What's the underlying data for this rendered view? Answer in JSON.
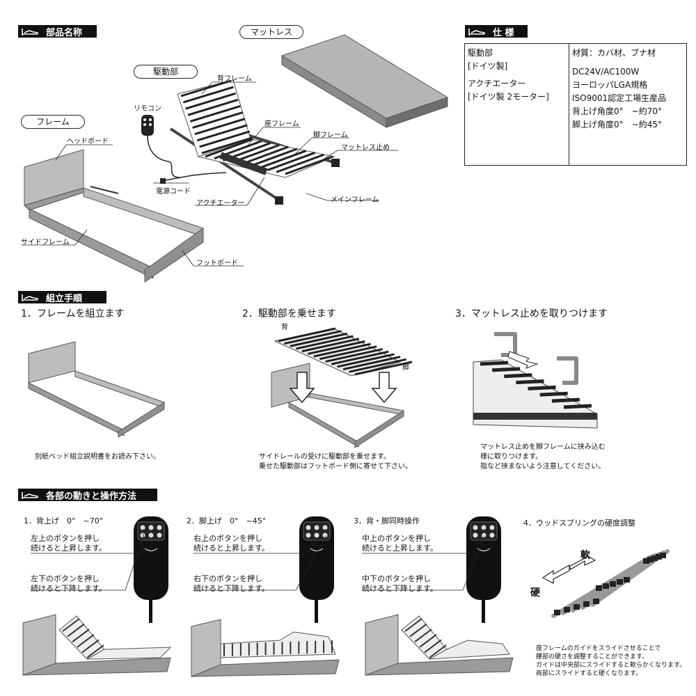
{
  "headers": {
    "parts": "部品名称",
    "spec": "仕 様",
    "assembly": "組立手順",
    "operation": "各部の動きと操作方法"
  },
  "parts": {
    "mattress_pill": "マットレス",
    "drive_pill": "駆動部",
    "frame_pill": "フレーム",
    "back_frame": "背フレーム",
    "remote": "リモコン",
    "seat_frame": "座フレーム",
    "leg_frame": "脚フレーム",
    "mattress_stop": "マットレス止め",
    "power_cord": "電源コード",
    "main_frame": "メインフレーム",
    "actuator": "アクチエーター",
    "headboard": "ヘッドボード",
    "side_frame": "サイドフレーム",
    "footboard": "フットボード"
  },
  "spec": {
    "drive_label_1": "駆動部",
    "drive_label_2": "[ドイツ製]",
    "actuator_label_1": "アクチエーター",
    "actuator_label_2": "[ドイツ製 2モーター]",
    "material": "材質：カバ材、ブナ材",
    "power": "DC24V/AC100W",
    "standard": "ヨーロッパLGA規格",
    "iso": "ISO9001認定工場生産品",
    "back_angle": "背上げ角度0°　~約70°",
    "leg_angle": "脚上げ角度0°　~約45°"
  },
  "assembly": {
    "step1_title": "1．フレームを組立ます",
    "step1_note": "別紙ベッド組立説明書をお読み下さい。",
    "step2_title": "2．駆動部を乗せます",
    "step2_back": "背",
    "step2_leg": "脚",
    "step2_note_1": "サイドレールの受けに駆動部を乗せます。",
    "step2_note_2": "乗せた駆動部はフットボード側に寄せて下さい。",
    "step3_title": "3．マットレス止めを取りつけます",
    "step3_note_1": "マットレス止めを脚フレームに挟み込む",
    "step3_note_2": "様に取りつけます。",
    "step3_note_3": "指など挟まないよう注意してください。"
  },
  "operation": {
    "op1_title": "1．背上げ　0°　~70°",
    "op1_up_1": "左上のボタンを押し",
    "op1_up_2": "続けると上昇します。",
    "op1_down_1": "左下のボタンを押し",
    "op1_down_2": "続けると下降します。",
    "op2_title": "2．脚上げ　0°　~45°",
    "op2_up_1": "右上のボタンを押し",
    "op2_up_2": "続けると上昇します。",
    "op2_down_1": "右下のボタンを押し",
    "op2_down_2": "続けると下降します。",
    "op3_title": "3．背・脚同時操作",
    "op3_up_1": "中上のボタンを押し",
    "op3_up_2": "続けると上昇します。",
    "op3_down_1": "中下のボタンを押し",
    "op3_down_2": "続けると下降します。",
    "op4_title": "4．ウッドスプリングの硬度調整",
    "soft": "軟",
    "hard": "硬",
    "op4_note_1": "座フレームのガイドをスライドさせることで",
    "op4_note_2": "腰部の硬さを調整することができます。",
    "op4_note_3": "ガイドは中央部にスライドすると軟らかくなります。",
    "op4_note_4": "両部にスライドすると硬くなります。"
  },
  "icons": {
    "header_icon": "bed-icon",
    "remote_icon": "remote-control-icon",
    "arrow_icon": "down-arrow-icon"
  }
}
